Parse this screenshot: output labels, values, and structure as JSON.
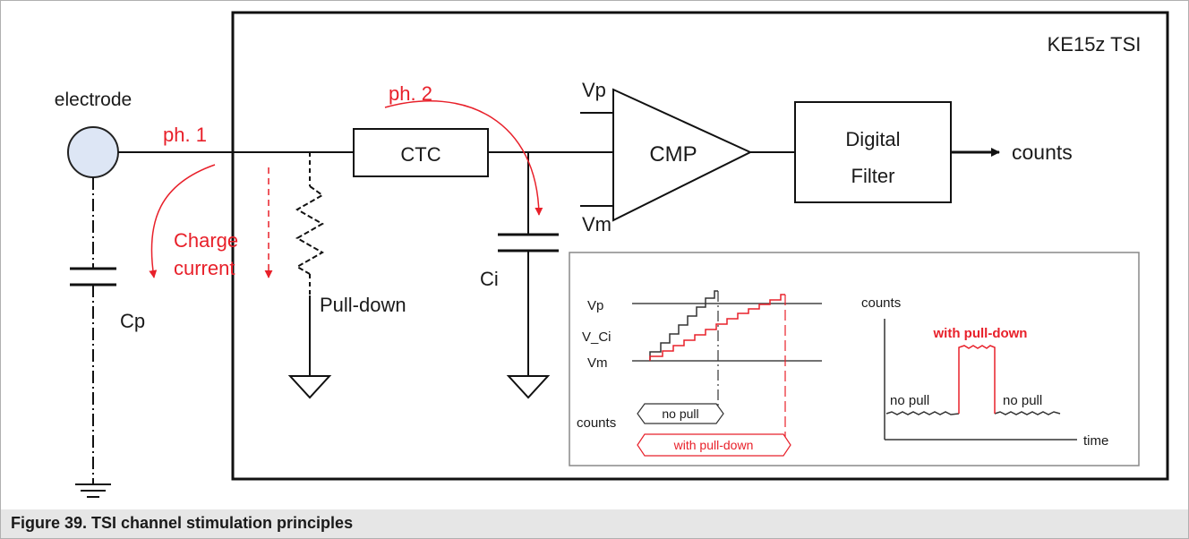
{
  "block_title": "KE15z TSI",
  "labels": {
    "electrode": "electrode",
    "ph1": "ph. 1",
    "ph2": "ph. 2",
    "charge_line1": "Charge",
    "charge_line2": "current",
    "cp": "Cp",
    "pulldown": "Pull-down",
    "ctc": "CTC",
    "ci": "Ci",
    "vp": "Vp",
    "vm": "Vm",
    "cmp": "CMP",
    "filter_line1": "Digital",
    "filter_line2": "Filter",
    "counts_out": "counts"
  },
  "inset_left": {
    "vp": "Vp",
    "vci": "V_Ci",
    "vm": "Vm",
    "counts": "counts",
    "no_pull": "no pull",
    "with_pull": "with pull-down"
  },
  "inset_right": {
    "counts": "counts",
    "with_pull": "with pull-down",
    "no_pull_left": "no pull",
    "no_pull_right": "no pull",
    "time": "time"
  },
  "caption": "Figure 39.  TSI channel stimulation principles",
  "colors": {
    "accent_red": "#e8202a",
    "electrode_fill": "#dde6f5",
    "caption_bg": "#e6e6e6"
  }
}
